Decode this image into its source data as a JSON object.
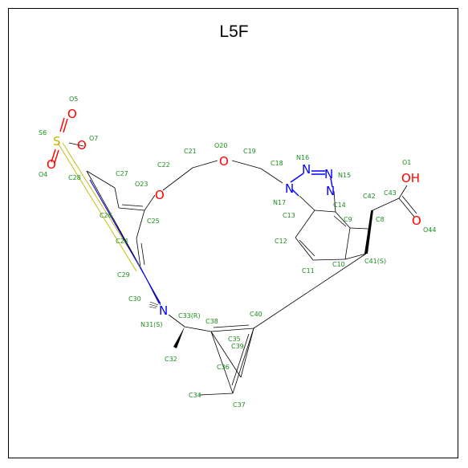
{
  "title": "L5F",
  "atom_labels": [
    {
      "text": "O5"
    },
    {
      "text": "S6"
    },
    {
      "text": "O7"
    },
    {
      "text": "O4"
    },
    {
      "text": "C28"
    },
    {
      "text": "C27"
    },
    {
      "text": "O23"
    },
    {
      "text": "C22"
    },
    {
      "text": "C21"
    },
    {
      "text": "O20"
    },
    {
      "text": "C19"
    },
    {
      "text": "C18"
    },
    {
      "text": "N16"
    },
    {
      "text": "N15"
    },
    {
      "text": "N17"
    },
    {
      "text": "C14"
    },
    {
      "text": "C13"
    },
    {
      "text": "C9"
    },
    {
      "text": "C8"
    },
    {
      "text": "C12"
    },
    {
      "text": "C11"
    },
    {
      "text": "C10"
    },
    {
      "text": "C41(S)"
    },
    {
      "text": "O1"
    },
    {
      "text": "C43"
    },
    {
      "text": "C42"
    },
    {
      "text": "O44"
    },
    {
      "text": "C26"
    },
    {
      "text": "C25"
    },
    {
      "text": "C24"
    },
    {
      "text": "C29"
    },
    {
      "text": "C30"
    },
    {
      "text": "N31(S)"
    },
    {
      "text": "C33(R)"
    },
    {
      "text": "C38"
    },
    {
      "text": "C40"
    },
    {
      "text": "C35"
    },
    {
      "text": "C39"
    },
    {
      "text": "C32"
    },
    {
      "text": "C36"
    },
    {
      "text": "C34"
    },
    {
      "text": "C37"
    }
  ],
  "heteroatoms": {
    "O": "O",
    "S": "S",
    "N": "N",
    "OH": "OH"
  },
  "colors": {
    "oxygen": "#ff0000",
    "nitrogen": "#0000ff",
    "sulfur": "#c8b400",
    "bond": "#000000",
    "label": "#1a8f1a"
  }
}
